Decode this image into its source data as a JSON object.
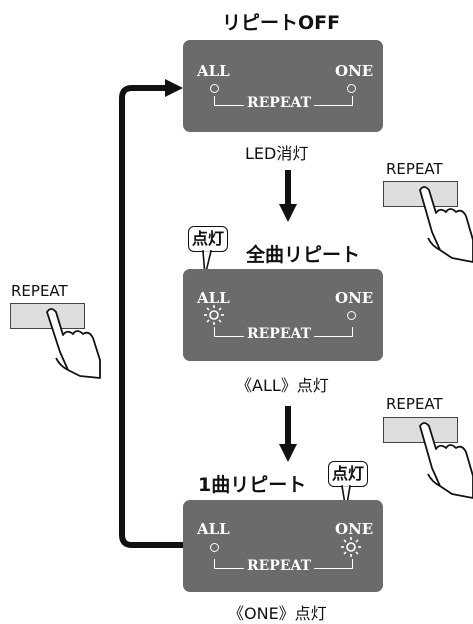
{
  "steps": [
    {
      "title": "リピートOFF",
      "caption": "LED消灯"
    },
    {
      "title": "全曲リピート",
      "caption": "《ALL》点灯",
      "callout": "点灯"
    },
    {
      "title": "1曲リピート",
      "caption": "《ONE》点灯",
      "callout": "点灯"
    }
  ],
  "panel": {
    "left_label": "ALL",
    "right_label": "ONE",
    "center_label": "REPEAT"
  },
  "button_label": "REPEAT",
  "colors": {
    "panel": "#6b6b6b",
    "button": "#dedede",
    "arrow": "#111111"
  },
  "icons": [
    "hand-pressing-icon",
    "led-lit-icon",
    "arrow-down-icon",
    "loop-arrow-icon"
  ]
}
